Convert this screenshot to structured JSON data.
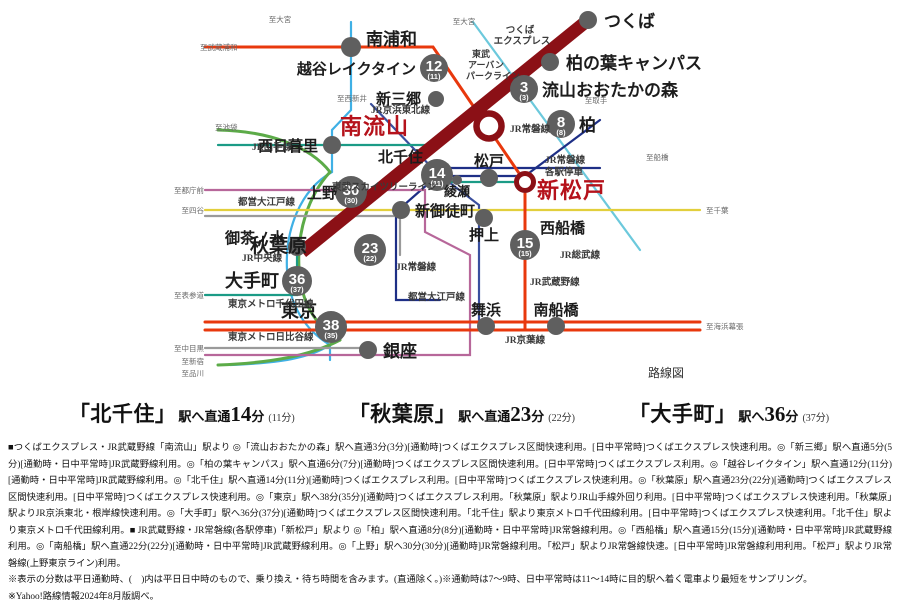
{
  "map": {
    "caption": "路線図",
    "stations": [
      {
        "id": "tsukuba",
        "name": "つくば",
        "type": "plain"
      },
      {
        "id": "kashiwanoha",
        "name": "柏の葉キャンパス",
        "type": "plain"
      },
      {
        "id": "nagareyama",
        "name": "流山おおたかの森",
        "type": "numbered",
        "num": "3",
        "sub": "(3)"
      },
      {
        "id": "minaminagareyama",
        "name": "南流山",
        "type": "origin"
      },
      {
        "id": "kashiwa",
        "name": "柏",
        "type": "numbered",
        "num": "8",
        "sub": "(8)"
      },
      {
        "id": "shinmisato",
        "name": "新三郷",
        "type": "plain"
      },
      {
        "id": "koshigaya",
        "name": "越谷レイクタイン",
        "type": "numbered",
        "num": "12",
        "sub": "(11)"
      },
      {
        "id": "minamiurawa",
        "name": "南浦和",
        "type": "plain"
      },
      {
        "id": "nishinippori",
        "name": "西日暮里",
        "type": "plain"
      },
      {
        "id": "kitasenju",
        "name": "北千住",
        "type": "numbered",
        "num": "14",
        "sub": "(11)"
      },
      {
        "id": "matsudo",
        "name": "松戸",
        "type": "plain"
      },
      {
        "id": "ayase",
        "name": "綾瀬",
        "type": "tiny"
      },
      {
        "id": "shinmatsudo",
        "name": "新松戸",
        "type": "origin2"
      },
      {
        "id": "ueno",
        "name": "上野",
        "type": "numbered",
        "num": "30",
        "sub": "(30)"
      },
      {
        "id": "shinokachimachi",
        "name": "新御徒町",
        "type": "plain"
      },
      {
        "id": "oshiage",
        "name": "押上",
        "type": "plain"
      },
      {
        "id": "nishifunabashi",
        "name": "西船橋",
        "type": "numbered",
        "num": "15",
        "sub": "(15)"
      },
      {
        "id": "akihabara",
        "name": "秋葉原",
        "type": "numbered",
        "num": "23",
        "sub": "(22)"
      },
      {
        "id": "ochanomizu",
        "name": "御茶ノ水",
        "type": "plain"
      },
      {
        "id": "otemachi",
        "name": "大手町",
        "type": "numbered",
        "num": "36",
        "sub": "(37)"
      },
      {
        "id": "tokyo",
        "name": "東京",
        "type": "numbered",
        "num": "38",
        "sub": "(35)"
      },
      {
        "id": "ginza",
        "name": "銀座",
        "type": "plain"
      },
      {
        "id": "maihama",
        "name": "舞浜",
        "type": "plain"
      },
      {
        "id": "minamifunabashi",
        "name": "南船橋",
        "type": "plain"
      }
    ],
    "lines": [
      {
        "id": "tx",
        "label": "つくば\nエクスプレス",
        "color": "#8c1016"
      },
      {
        "id": "musashino",
        "label": "JR武蔵野線",
        "color": "#e8380d"
      },
      {
        "id": "joban",
        "label": "JR常磐線",
        "color": "#1b2f8a"
      },
      {
        "id": "joban-local",
        "label": "JR常磐線\n各駅停車",
        "color": "#1b9b86"
      },
      {
        "id": "keihintohoku",
        "label": "JR京浜東北線",
        "color": "#36a9e1"
      },
      {
        "id": "yamanote",
        "label": "JR山手線",
        "color": "#5aaa46"
      },
      {
        "id": "tobu-sky",
        "label": "東武スカイツリーライン",
        "color": "#3b4fa0"
      },
      {
        "id": "tobu-urban",
        "label": "東武\nアーバン\nパークライン",
        "color": "#5fc5d8"
      },
      {
        "id": "oedo",
        "label": "都営大江戸線",
        "color": "#b7679a"
      },
      {
        "id": "chuo",
        "label": "JR中央線",
        "color": "#8a8a8a"
      },
      {
        "id": "chiyoda",
        "label": "東京メトロ千代田線",
        "color": "#1b9b86"
      },
      {
        "id": "hibiya",
        "label": "東京メトロ日比谷線",
        "color": "#9a9a9a"
      },
      {
        "id": "sobu",
        "label": "JR総武線",
        "color": "#e8d84a"
      },
      {
        "id": "keiyo",
        "label": "JR京葉線",
        "color": "#e8380d"
      }
    ],
    "destinations": [
      {
        "id": "to-omiya-kth",
        "text": "至大宮"
      },
      {
        "id": "to-omiya-tobu",
        "text": "至大宮"
      },
      {
        "id": "to-musashiurawa",
        "text": "至武蔵浦和"
      },
      {
        "id": "to-nishiarai",
        "text": "至西新井"
      },
      {
        "id": "to-toride",
        "text": "至取手"
      },
      {
        "id": "to-funabashi",
        "text": "至船橋"
      },
      {
        "id": "to-ikebukuro",
        "text": "至池袋"
      },
      {
        "id": "to-tochoumae",
        "text": "至都庁前"
      },
      {
        "id": "to-yotsuya",
        "text": "至四谷"
      },
      {
        "id": "to-omotesando",
        "text": "至表参道"
      },
      {
        "id": "to-nakameguro",
        "text": "至中目黒"
      },
      {
        "id": "to-shinjuku",
        "text": "至新宿"
      },
      {
        "id": "to-shinagawa",
        "text": "至品川"
      },
      {
        "id": "to-chiba",
        "text": "至千葉"
      },
      {
        "id": "to-kaihinmakuhari",
        "text": "至海浜幕張"
      }
    ]
  },
  "headline": [
    {
      "station": "「北千住」",
      "mid": "駅へ直通",
      "min": "14",
      "unit": "分",
      "paren": "(11分)"
    },
    {
      "station": "「秋葉原」",
      "mid": "駅へ直通",
      "min": "23",
      "unit": "分",
      "paren": "(22分)"
    },
    {
      "station": "「大手町」",
      "mid": "駅へ",
      "min": "36",
      "unit": "分",
      "paren": "(37分)"
    }
  ],
  "notes": {
    "body": "■つくばエクスプレス・JR武蔵野線「南流山」駅より ◎「流山おおたかの森」駅へ直通3分(3分)[通勤時]つくばエクスプレス区間快速利用。[日中平常時]つくばエクスプレス快速利用。◎「新三郷」駅へ直通5分(5分)[通勤時・日中平常時]JR武蔵野線利用。◎「柏の葉キャンパス」駅へ直通6分(7分)[通勤時]つくばエクスプレス区間快速利用。[日中平常時]つくばエクスプレス利用。◎「越谷レイクタイン」駅へ直通12分(11分)[通勤時・日中平常時]JR武蔵野線利用。◎「北千住」駅へ直通14分(11分)[通勤時]つくばエクスプレス利用。[日中平常時]つくばエクスプレス快速利用。◎「秋葉原」駅へ直通23分(22分)[通勤時]つくばエクスプレス区間快速利用。[日中平常時]つくばエクスプレス快速利用。◎「東京」駅へ38分(35分)[通勤時]つくばエクスプレス利用。「秋葉原」駅よりJR山手線外回り利用。[日中平常時]つくばエクスプレス快速利用。「秋葉原」駅よりJR京浜東北・根岸線快速利用。◎「大手町」駅へ36分(37分)[通勤時]つくばエクスプレス区間快速利用。「北千住」駅より東京メトロ千代田線利用。[日中平常時]つくばエクスプレス快速利用。「北千住」駅より東京メトロ千代田線利用。■ JR武蔵野線・JR常磐線(各駅停車)「新松戸」駅より ◎「柏」駅へ直通8分(8分)[通勤時・日中平常時]JR常磐線利用。◎「西船橋」駅へ直通15分(15分)[通勤時・日中平常時]JR武蔵野線利用。◎「南船橋」駅へ直通22分(22分)[通勤時・日中平常時]JR武蔵野線利用。◎「上野」駅へ30分(30分)[通勤時]JR常磐線利用。「松戸」駅よりJR常磐線快速。[日中平常時]JR常磐線利用利用。「松戸」駅よりJR常磐線(上野東京ライン)利用。",
    "line2": "※表示の分数は平日通勤時、(　)内は平日日中時のもので、乗り換え・待ち時間を含みます。(直通除く。)※通勤時は7～9時、日中平常時は11～14時に目的駅へ着く電車より最短をサンプリング。",
    "line3": "※Yahoo!路線情報2024年8月版調べ。"
  }
}
